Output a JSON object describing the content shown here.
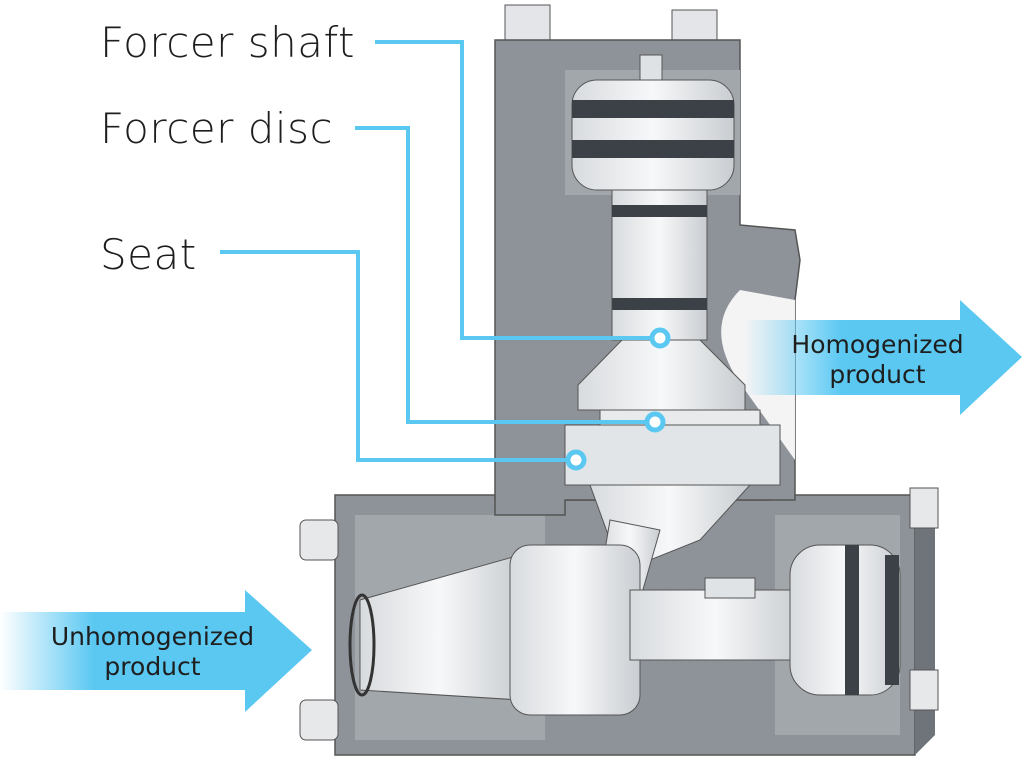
{
  "labels": {
    "forcer_shaft": "Forcer shaft",
    "forcer_disc": "Forcer disc",
    "seat": "Seat"
  },
  "arrows": {
    "outlet_line1": "Homogenized",
    "outlet_line2": "product",
    "inlet_line1": "Unhomogenized",
    "inlet_line2": "product"
  },
  "colors": {
    "accent": "#5bc8f2",
    "body_gray": "#8e9399",
    "part_white": "#eef0f2",
    "dark_ring": "#3c4147"
  }
}
